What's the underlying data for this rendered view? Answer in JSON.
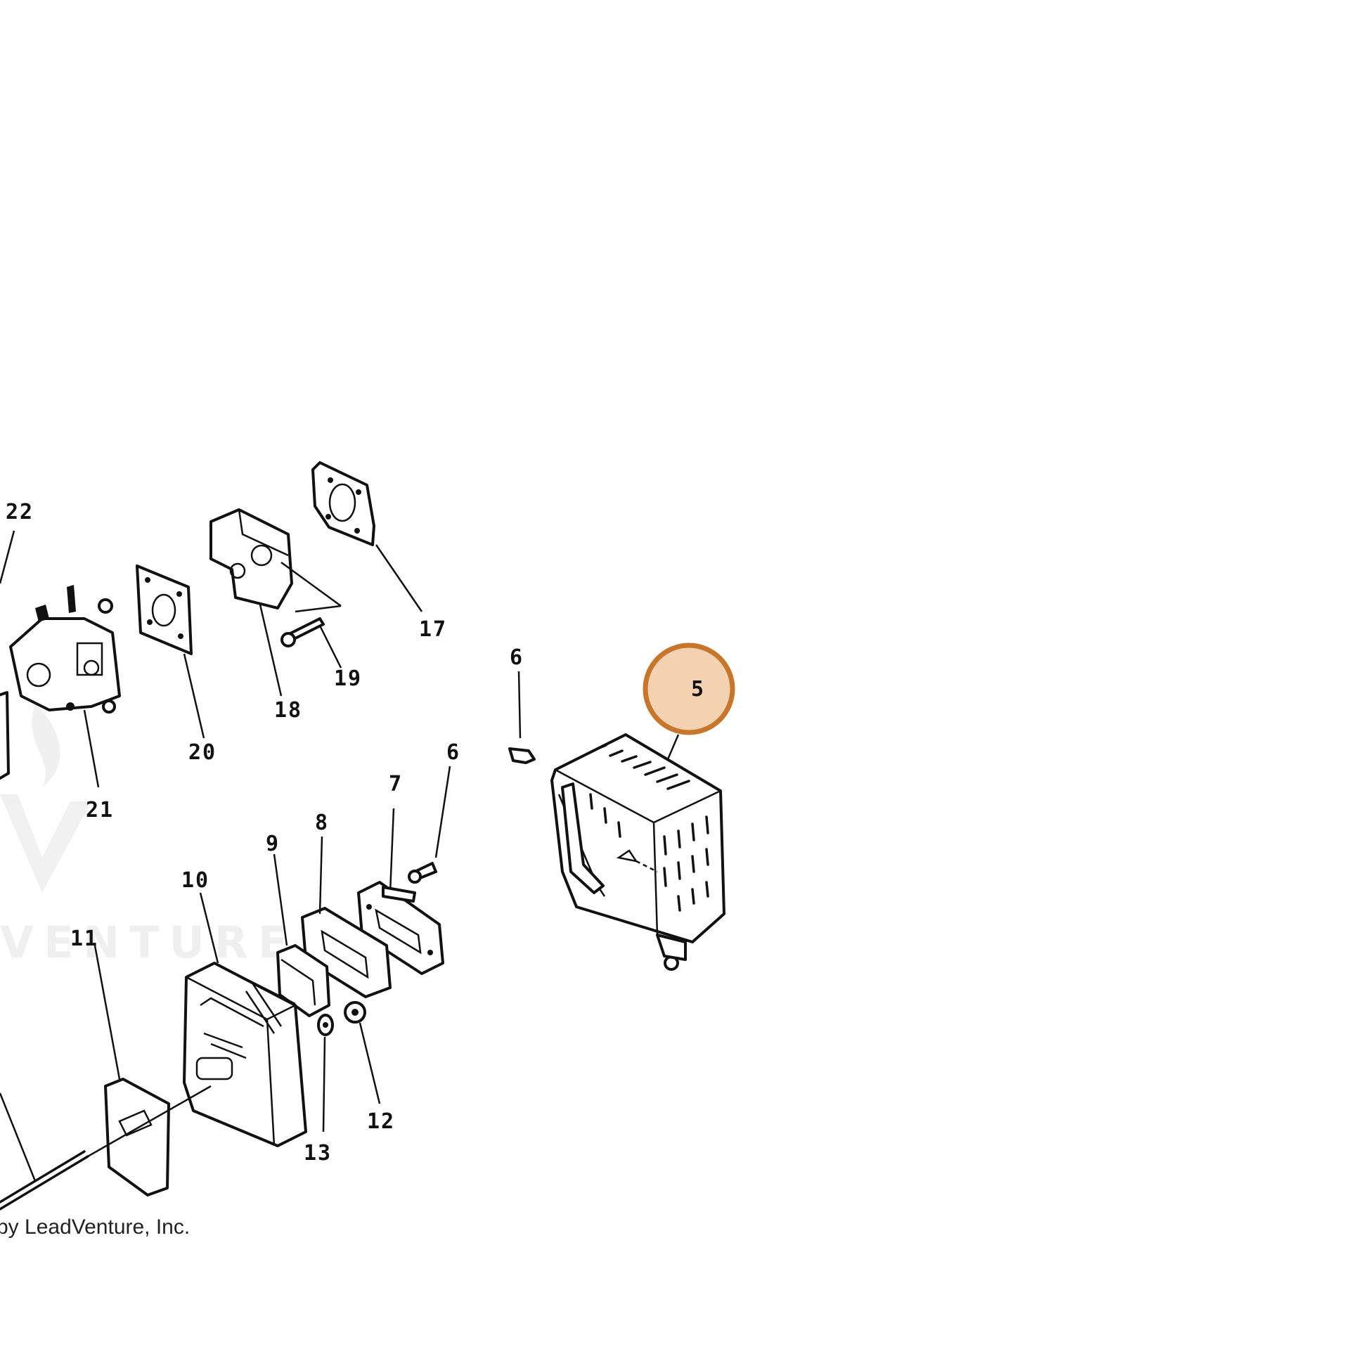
{
  "callouts": {
    "c5": "5",
    "c6a": "6",
    "c6b": "6",
    "c7": "7",
    "c8": "8",
    "c9": "9",
    "c10": "10",
    "c11": "11",
    "c12": "12",
    "c13": "13",
    "c17": "17",
    "c18": "18",
    "c19": "19",
    "c20": "20",
    "c21": "21",
    "c22": "22"
  },
  "highlight": {
    "label": "5",
    "color": "#e8a46a"
  },
  "watermark": {
    "text": "VENTURE"
  },
  "copyright": "by LeadVenture, Inc."
}
